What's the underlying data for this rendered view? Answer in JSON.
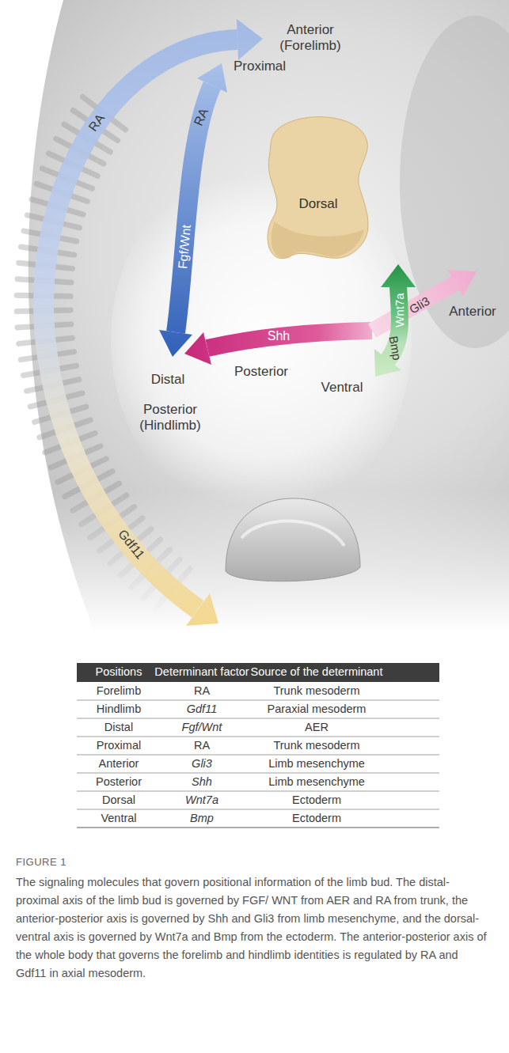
{
  "diagram": {
    "caption": "The signaling molecules that govern positional information of the limb bud. The distal-proximal axis of the limb bud is governed by FGF/ WNT from AER and RA from trunk, the anterior-posterior axis is governed by Shh and Gli3 from limb mesenchyme, and the dorsal-ventral axis is governed by Wnt7a and Bmp from the ectoderm. The anterior-posterior axis of the whole body that governs the forelimb and hindlimb identities is regulated by RA and Gdf11 in axial mesoderm.",
    "nodes": [
      {
        "text": [
          "Dorsal"
        ]
      }
    ],
    "labels": [
      "Anterior (Forelimb)",
      "Proximal",
      "RA",
      "RA",
      "Wnt7a",
      "Gli3",
      "Anterior",
      "Fgf/Wnt",
      "Distal",
      "Shh",
      "Posterior",
      "Ventral",
      "Bmp",
      "Posterior (Hindlimb)",
      "Gdf11",
      "Positions",
      "Determinant factor",
      "Source of the determinant",
      "Forelimb",
      "RA",
      "Trunk mesoderm",
      "Hindlimb",
      "Gdf11",
      "Paraxial mesoderm",
      "Distal",
      "Fgf/Wnt",
      "AER",
      "Proximal",
      "RA",
      "Trunk mesoderm",
      "Anterior",
      "Gli3",
      "Limb mesenchyme",
      "Posterior",
      "Shh",
      "Limb mesenchyme",
      "Dorsal",
      "Wnt7a",
      "Ectoderm",
      "Ventral",
      "Bmp",
      "Ectoderm",
      "FIGURE 1"
    ]
  }
}
